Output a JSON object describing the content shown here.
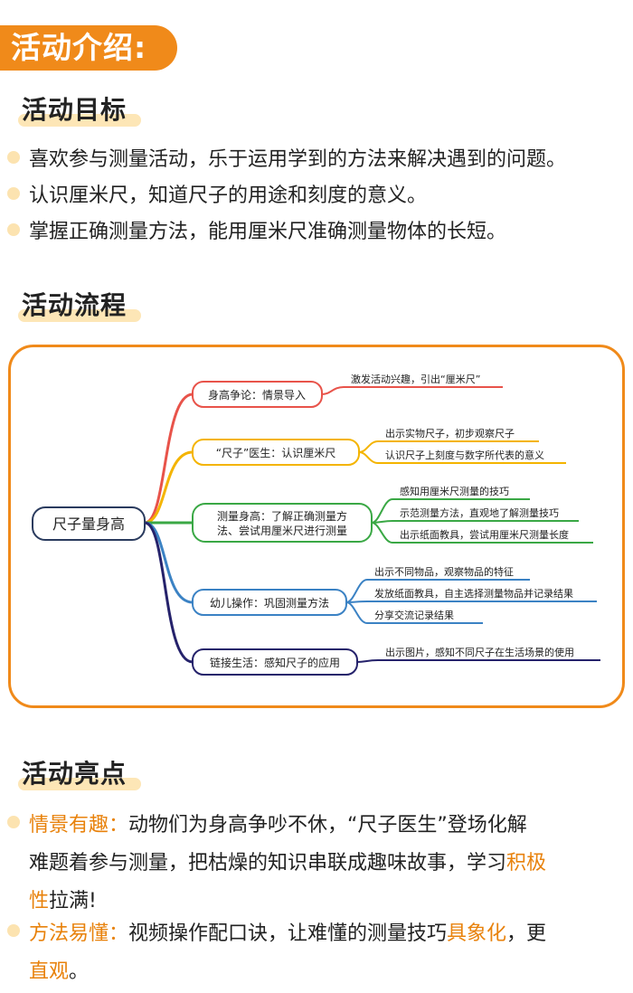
{
  "header": {
    "title": "活动介绍:"
  },
  "goals": {
    "heading": "活动目标",
    "items": [
      "喜欢参与测量活动，乐于运用学到的方法来解决遇到的问题。",
      "认识厘米尺，知道尺子的用途和刻度的意义。",
      "掌握正确测量方法，能用厘米尺准确测量物体的长短。"
    ]
  },
  "flow": {
    "heading": "活动流程",
    "root": "尺子量身高",
    "branches": [
      {
        "label": "身高争论：情景导入",
        "color": "#e8534a",
        "leaves": [
          "激发活动兴趣，引出“厘米尺”"
        ]
      },
      {
        "label": "“尺子”医生：认识厘米尺",
        "color": "#f4b400",
        "leaves": [
          "出示实物尺子，初步观察尺子",
          "认识尺子上刻度与数字所代表的意义"
        ]
      },
      {
        "label_line1": "测量身高：了解正确测量方",
        "label_line2": "法、尝试用厘米尺进行测量",
        "color": "#3aa845",
        "leaves": [
          "感知用厘米尺测量的技巧",
          "示范测量方法，直观地了解测量技巧",
          "出示纸面教具，尝试用厘米尺测量长度"
        ]
      },
      {
        "label": "幼儿操作：巩固测量方法",
        "color": "#3b82c4",
        "leaves": [
          "出示不同物品，观察物品的特征",
          "发放纸面教具，自主选择测量物品并记录结果",
          "分享交流记录结果"
        ]
      },
      {
        "label": "链接生活：感知尺子的应用",
        "color": "#25226b",
        "leaves": [
          "出示图片，感知不同尺子在生活场景的使用"
        ]
      }
    ]
  },
  "highlights": {
    "heading": "活动亮点",
    "item1": {
      "title": "情景有趣：",
      "part1": "动物们为身高争吵不休，“尺子医生”登场化解",
      "part2": "难题着参与测量，把枯燥的知识串联成趣味故事，学习",
      "emph": "积极",
      "emph2": "性",
      "part3": "拉满!"
    },
    "item2": {
      "title": "方法易懂：",
      "part1": "视频操作配口诀，让难懂的测量技巧",
      "emph": "具象化",
      "part2": "，更",
      "emph2": "直观",
      "part3": "。"
    }
  }
}
